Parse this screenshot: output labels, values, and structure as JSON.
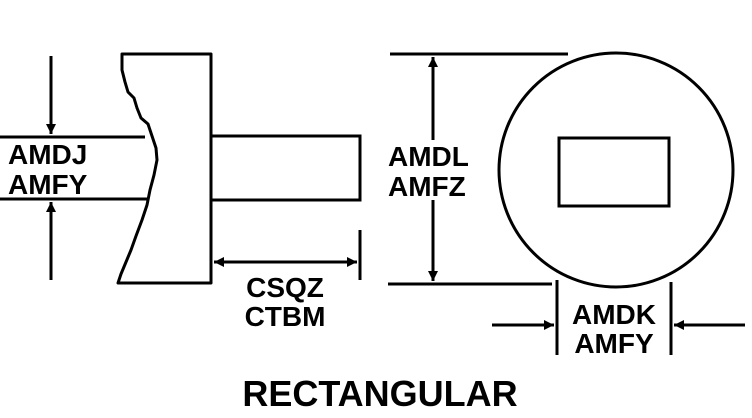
{
  "diagram": {
    "title": "RECTANGULAR",
    "colors": {
      "stroke": "#000000",
      "background": "#ffffff"
    },
    "dimensions": {
      "shank_thickness": {
        "line1": "AMDJ",
        "line2": "AMFY"
      },
      "head_height": {
        "line1": "AMDL",
        "line2": "AMFZ"
      },
      "shank_length": {
        "line1": "CSQZ",
        "line2": "CTBM"
      },
      "end_width": {
        "line1": "AMDK",
        "line2": "AMFY"
      }
    }
  }
}
